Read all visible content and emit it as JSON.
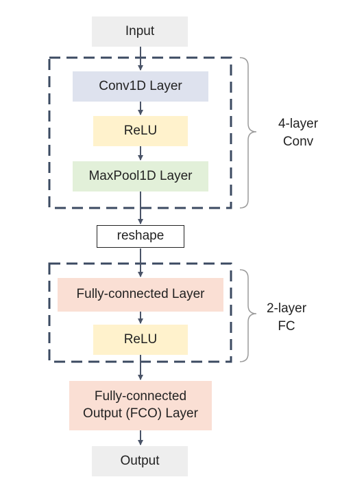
{
  "nodes": {
    "input": "Input",
    "conv1d": "Conv1D Layer",
    "relu_conv": "ReLU",
    "maxpool": "MaxPool1D Layer",
    "reshape": "reshape",
    "fc": "Fully-connected Layer",
    "relu_fc": "ReLU",
    "fco_line1": "Fully-connected",
    "fco_line2": "Output (FCO) Layer",
    "output": "Output"
  },
  "groups": {
    "conv_line1": "4-layer",
    "conv_line2": "Conv",
    "fc_line1": "2-layer",
    "fc_line2": "FC"
  },
  "colors": {
    "arrow": "#4a5468",
    "dash_border": "#3b4a61",
    "io_fill": "#eeeeee",
    "conv_fill": "#dee2ee",
    "relu_fill": "#fff2cc",
    "pool_fill": "#e2f0d9",
    "fc_fill": "#fadfd4"
  }
}
